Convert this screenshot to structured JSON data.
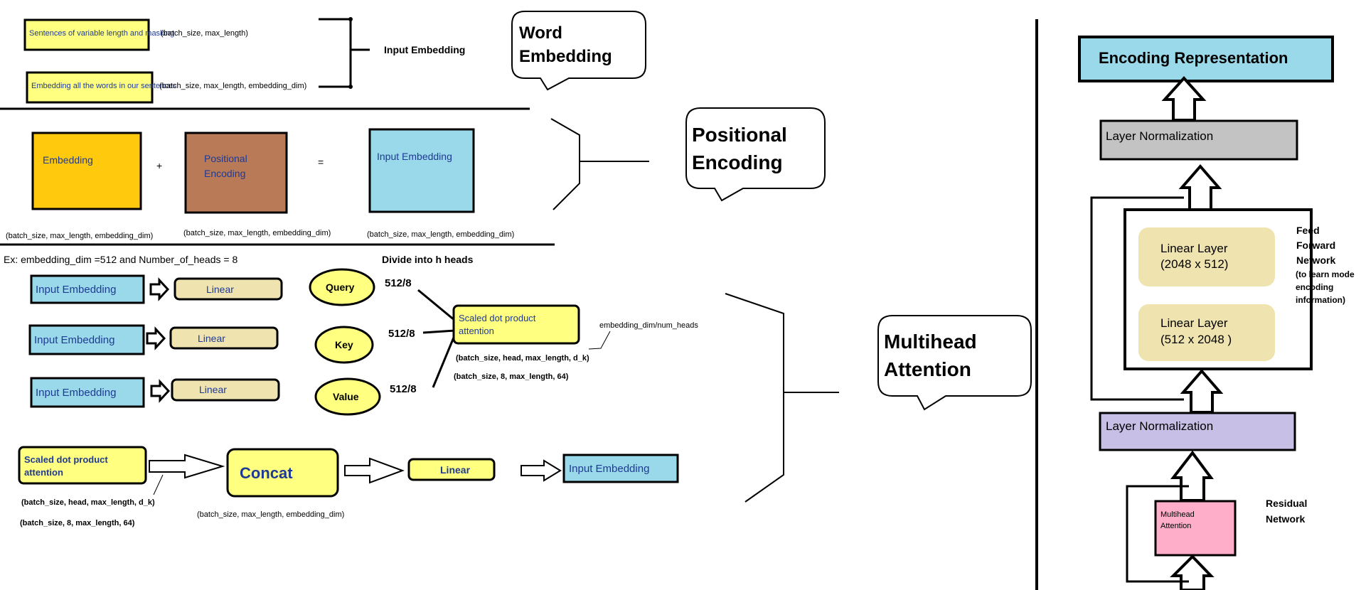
{
  "word_section": {
    "sentences_box": "Sentences of variable length and masking",
    "embedding_box": "Embedding all the words in our sentences",
    "shape_top": "(batch_size, max_length)",
    "shape_bottom": "(batch_size, max_length, embedding_dim)",
    "brace_label": "Input Embedding",
    "callout": "Word Embedding"
  },
  "positional_section": {
    "embedding_box": "Embedding",
    "plus": "+",
    "positional_box": "Positional Encoding",
    "equals": "=",
    "result_box": "Input Embedding",
    "shape_1": "(batch_size, max_length, embedding_dim)",
    "shape_2": "(batch_size, max_length, embedding_dim)",
    "shape_3": "(batch_size, max_length, embedding_dim)",
    "callout": "Positional Encoding"
  },
  "multihead_section": {
    "example_note": "Ex: embedding_dim =512 and Number_of_heads = 8",
    "divide_label": "Divide into h heads",
    "input_label": "Input Embedding",
    "linear_label": "Linear",
    "query": "Query",
    "key": "Key",
    "value": "Value",
    "split_1": "512/8",
    "split_2": "512/8",
    "split_3": "512/8",
    "sdpa_box": "Scaled dot product attention",
    "head_dim_note": "embedding_dim/num_heads",
    "shape_heads": "(batch_size, head, max_length, d_k)",
    "shape_heads_example": "(batch_size, 8, max_length, 64)",
    "concat_label": "Concat",
    "shape_concat": "(batch_size, max_length, embedding_dim)",
    "output_box": "Input Embedding",
    "callout": "Multihead Attention"
  },
  "encoder_block": {
    "top_box": "Encoding Representation",
    "layer_norm_top": "Layer Normalization",
    "linear_1_line1": "Linear Layer",
    "linear_1_line2": "(2048 x 512)",
    "linear_2_line1": "Linear Layer",
    "linear_2_line2": "(512 x 2048 )",
    "ffn_label_1": "Feed",
    "ffn_label_2": "Forward",
    "ffn_label_3": "Network",
    "ffn_note_1": "(to learn mode",
    "ffn_note_2": "encoding",
    "ffn_note_3": "information)",
    "layer_norm_bottom": "Layer Normalization",
    "multihead_box_line1": "Multihead",
    "multihead_box_line2": "Attention",
    "residual_label_1": "Residual",
    "residual_label_2": "Network"
  },
  "colors": {
    "yellow_box": "#ffff80",
    "orange_box": "#ffc90e",
    "brown_box": "#b97a57",
    "blue_box": "#99d9ea",
    "tan_box": "#efe4b0",
    "grey_box": "#c3c3c3",
    "lavender_box": "#c8bfe7",
    "pink_box": "#ffaec9"
  }
}
